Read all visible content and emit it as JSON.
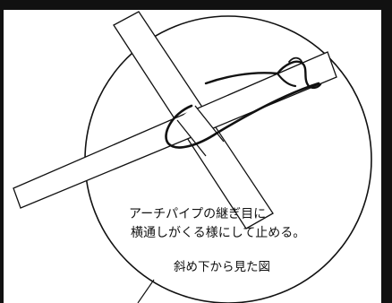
{
  "diagram": {
    "caption": {
      "line1": "アーチパイプの継ぎ目に",
      "line2": "横通しがくる様にして止める。"
    },
    "view_label": "斜め下から見た図"
  },
  "colors": {
    "ink": "#111111",
    "paper": "#ffffff"
  }
}
